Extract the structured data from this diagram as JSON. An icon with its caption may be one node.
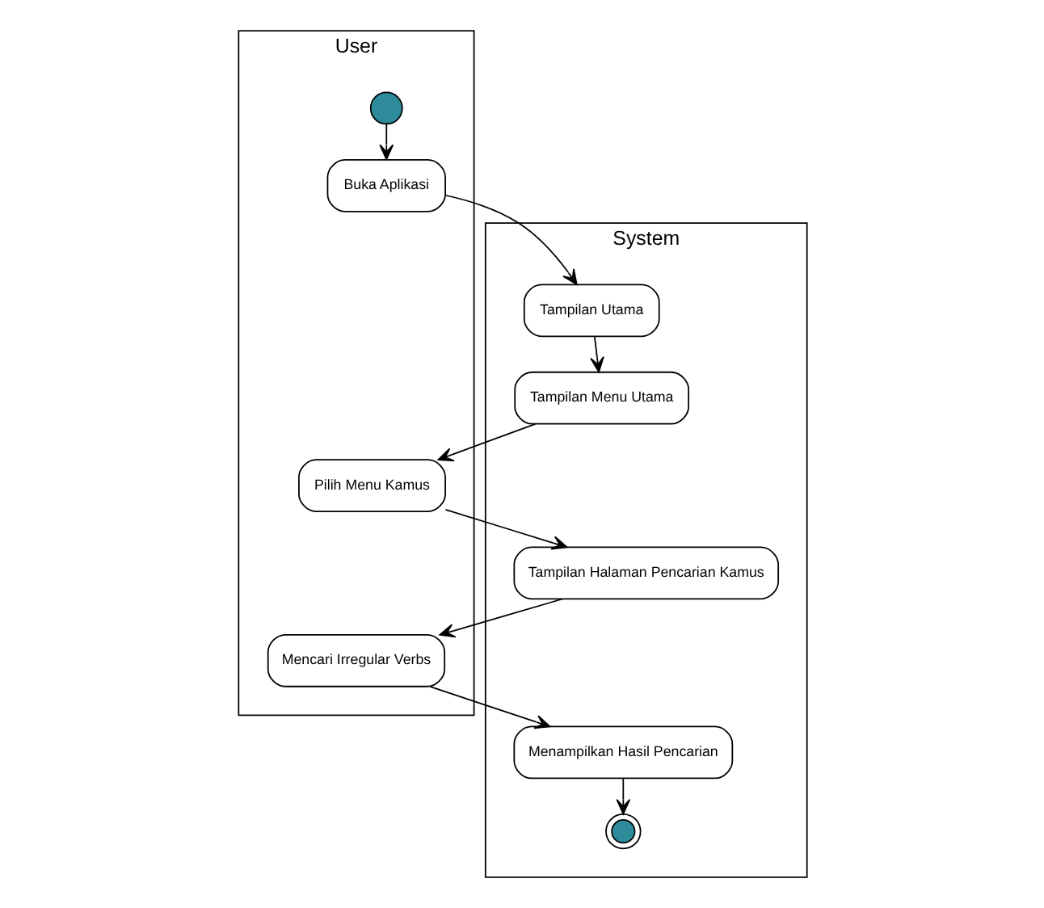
{
  "diagram": {
    "nodes": [
      {
        "text": [
          "User"
        ]
      },
      {
        "text": [
          "System"
        ]
      },
      {
        "text": [],
        "shape": "circle",
        "in": 0
      },
      {
        "text": [
          "Buka Aplikasi"
        ],
        "in": 0
      },
      {
        "text": [
          "Tampilan Utama"
        ],
        "in": 1
      },
      {
        "text": [
          "Tampilan Menu Utama"
        ],
        "in": 1
      },
      {
        "text": [
          "Pilih Menu Kamus"
        ],
        "in": 0
      },
      {
        "text": [
          "Tampilan Halaman Pencarian Kamus"
        ],
        "in": 1
      },
      {
        "text": [
          "Mencari Irregular Verbs"
        ],
        "in": 0
      },
      {
        "text": [
          "Menampilkan Hasil Pencarian"
        ],
        "in": 1
      },
      {
        "text": [],
        "shape": "circle",
        "in": 1
      }
    ],
    "edges": [
      {
        "from": 2,
        "to": 3,
        "arrow": "to"
      },
      {
        "from": 3,
        "to": 4,
        "arrow": "to"
      },
      {
        "from": 4,
        "to": 5,
        "arrow": "to"
      },
      {
        "from": 5,
        "to": 6,
        "arrow": "to"
      },
      {
        "from": 6,
        "to": 7,
        "arrow": "to"
      },
      {
        "from": 7,
        "to": 8,
        "arrow": "to"
      },
      {
        "from": 8,
        "to": 9,
        "arrow": "to"
      },
      {
        "from": 9,
        "to": 10,
        "arrow": "to"
      }
    ]
  }
}
